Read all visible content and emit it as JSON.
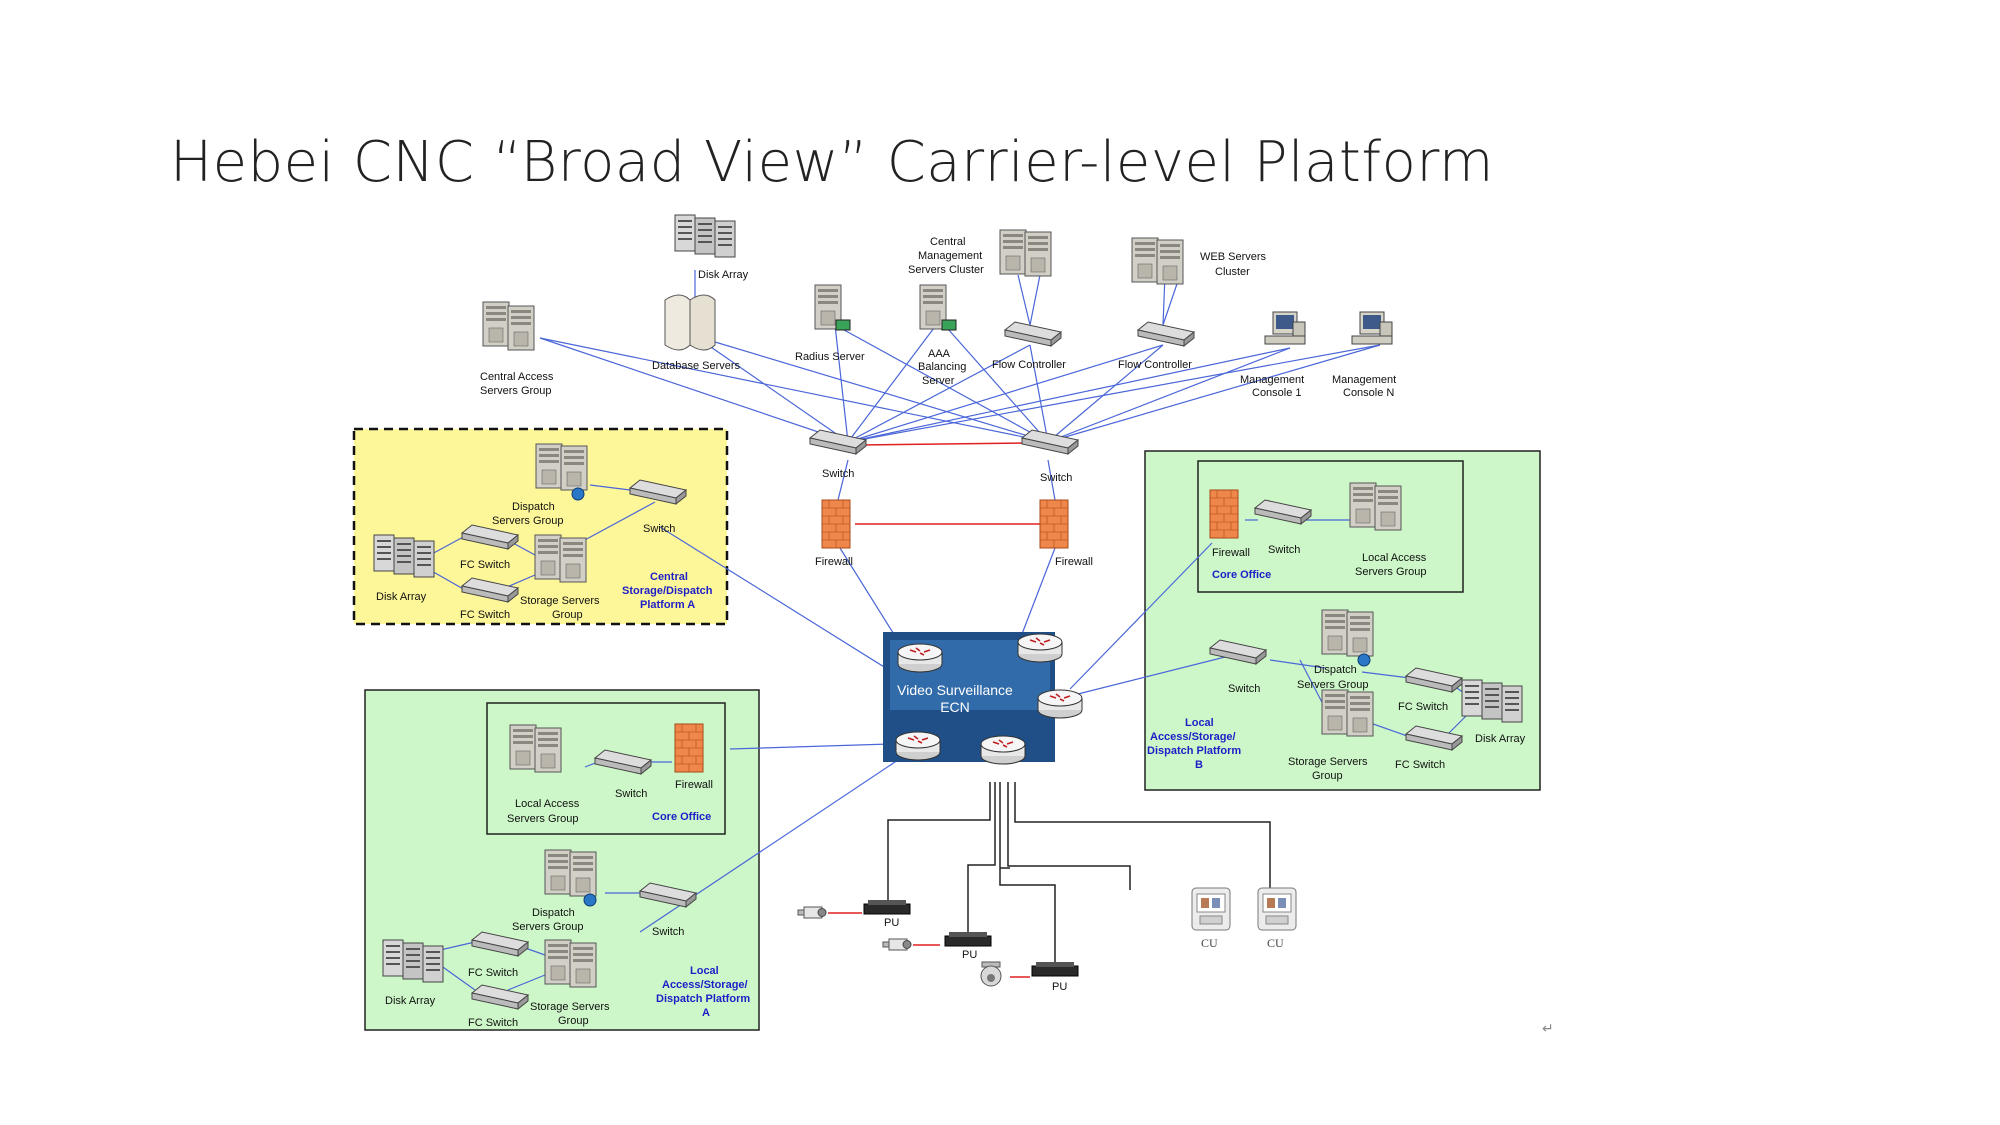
{
  "title": "Hebei CNC “Broad View” Carrier-level Platform",
  "center": {
    "ecn_label": [
      "Video Surveillance",
      "ECN"
    ]
  },
  "core": {
    "disk_array": "Disk Array",
    "database_servers": "Database Servers",
    "central_access": [
      "Central Access",
      "Servers Group"
    ],
    "radius_server": "Radius Server",
    "aaa_server": [
      "AAA",
      "Balancing",
      "Server"
    ],
    "cms_cluster": [
      "Central",
      "Management",
      "Servers Cluster"
    ],
    "flow_controller_1": "Flow Controller",
    "flow_controller_2": "Flow Controller",
    "web_cluster": [
      "WEB Servers",
      "Cluster"
    ],
    "mgmt_console_1": [
      "Management",
      "Console 1"
    ],
    "mgmt_console_n": [
      "Management",
      "Console N"
    ],
    "switch_left": "Switch",
    "switch_right": "Switch",
    "firewall_left": "Firewall",
    "firewall_right": "Firewall"
  },
  "platform_a_central": {
    "title": [
      "Central",
      "Storage/Dispatch",
      "Platform A"
    ],
    "dispatch": [
      "Dispatch",
      "Servers Group"
    ],
    "switch": "Switch",
    "fc_switch_1": "FC Switch",
    "fc_switch_2": "FC Switch",
    "disk_array": "Disk Array",
    "storage": [
      "Storage Servers",
      "Group"
    ]
  },
  "platform_b": {
    "title": [
      "Local",
      "Access/Storage/",
      "Dispatch Platform",
      "B"
    ],
    "core_office": "Core Office",
    "firewall": "Firewall",
    "switch_core": "Switch",
    "local_access": [
      "Local Access",
      "Servers Group"
    ],
    "switch": "Switch",
    "dispatch": [
      "Dispatch",
      "Servers Group"
    ],
    "fc_switch_1": "FC Switch",
    "fc_switch_2": "FC Switch",
    "disk_array": "Disk Array",
    "storage": [
      "Storage Servers",
      "Group"
    ]
  },
  "platform_a_local": {
    "title": [
      "Local",
      "Access/Storage/",
      "Dispatch Platform",
      "A"
    ],
    "core_office": "Core Office",
    "local_access": [
      "Local Access",
      "Servers Group"
    ],
    "switch_core": "Switch",
    "firewall": "Firewall",
    "dispatch": [
      "Dispatch",
      "Servers Group"
    ],
    "switch": "Switch",
    "fc_switch_1": "FC Switch",
    "fc_switch_2": "FC Switch",
    "disk_array": "Disk Array",
    "storage": [
      "Storage Servers",
      "Group"
    ]
  },
  "terminals": {
    "pu_1": "PU",
    "pu_2": "PU",
    "pu_3": "PU",
    "cu_1": "CU",
    "cu_2": "CU"
  },
  "colors": {
    "link_blue": "#4a66d8",
    "link_red": "#e02020",
    "link_black": "#222222",
    "zone_green": "#cdf7c8",
    "zone_yellow": "#fdf79a"
  },
  "icons": [
    "server-icon",
    "switch-icon",
    "firewall-icon",
    "router-icon",
    "disk-array-icon",
    "console-icon",
    "camera-icon",
    "dome-camera-icon",
    "client-unit-icon",
    "encoder-icon"
  ]
}
